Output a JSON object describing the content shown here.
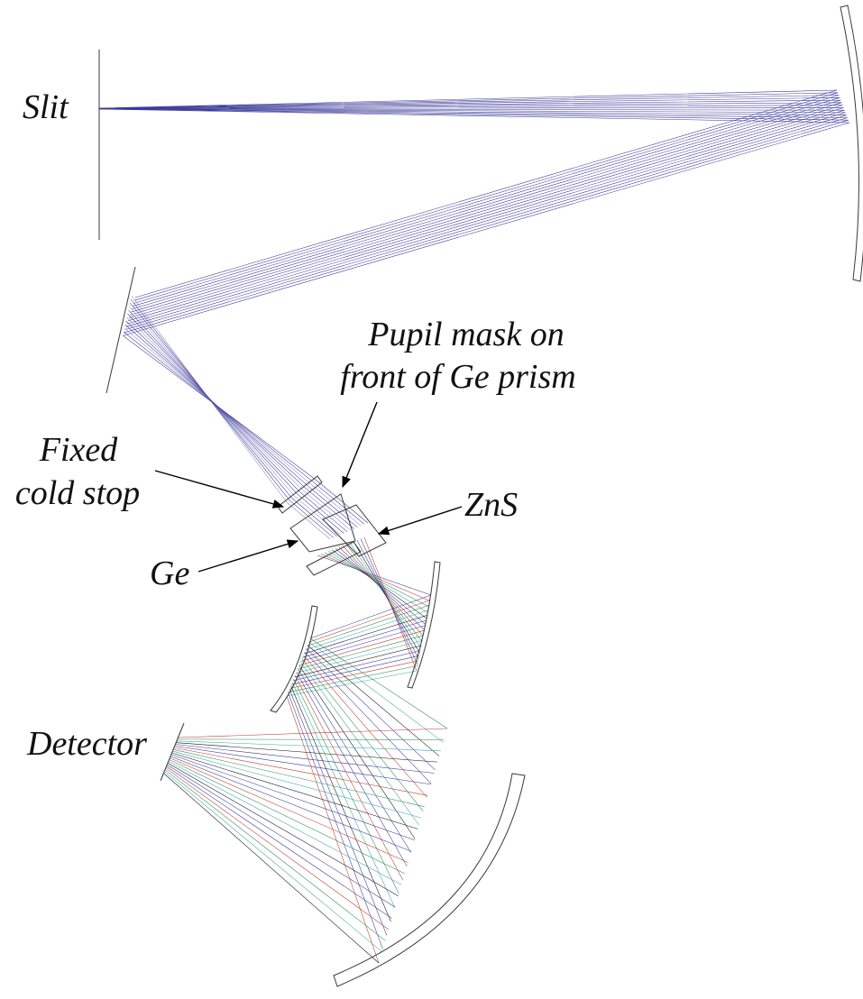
{
  "labels": {
    "slit": "Slit",
    "pupil_mask_line1": "Pupil mask on",
    "pupil_mask_line2": "front of Ge prism",
    "fixed_cold_stop_line1": "Fixed",
    "fixed_cold_stop_line2": "cold stop",
    "zns": "ZnS",
    "ge": "Ge",
    "detector": "Detector"
  },
  "colors": {
    "ray_primary": "#3b3b9a",
    "ray_faint": "#8f8fc8",
    "ray_red": "#c0392b",
    "ray_green": "#2e8b57",
    "ray_cyan": "#3aa6a6",
    "ray_black": "#111111",
    "surface": "#3a3a3a"
  },
  "icons": {
    "slit": "slit-line",
    "mirrors": "curved-mirror-outline",
    "prisms": "prism-outline",
    "detector": "detector-plane",
    "arrows": "pointer-arrow"
  }
}
